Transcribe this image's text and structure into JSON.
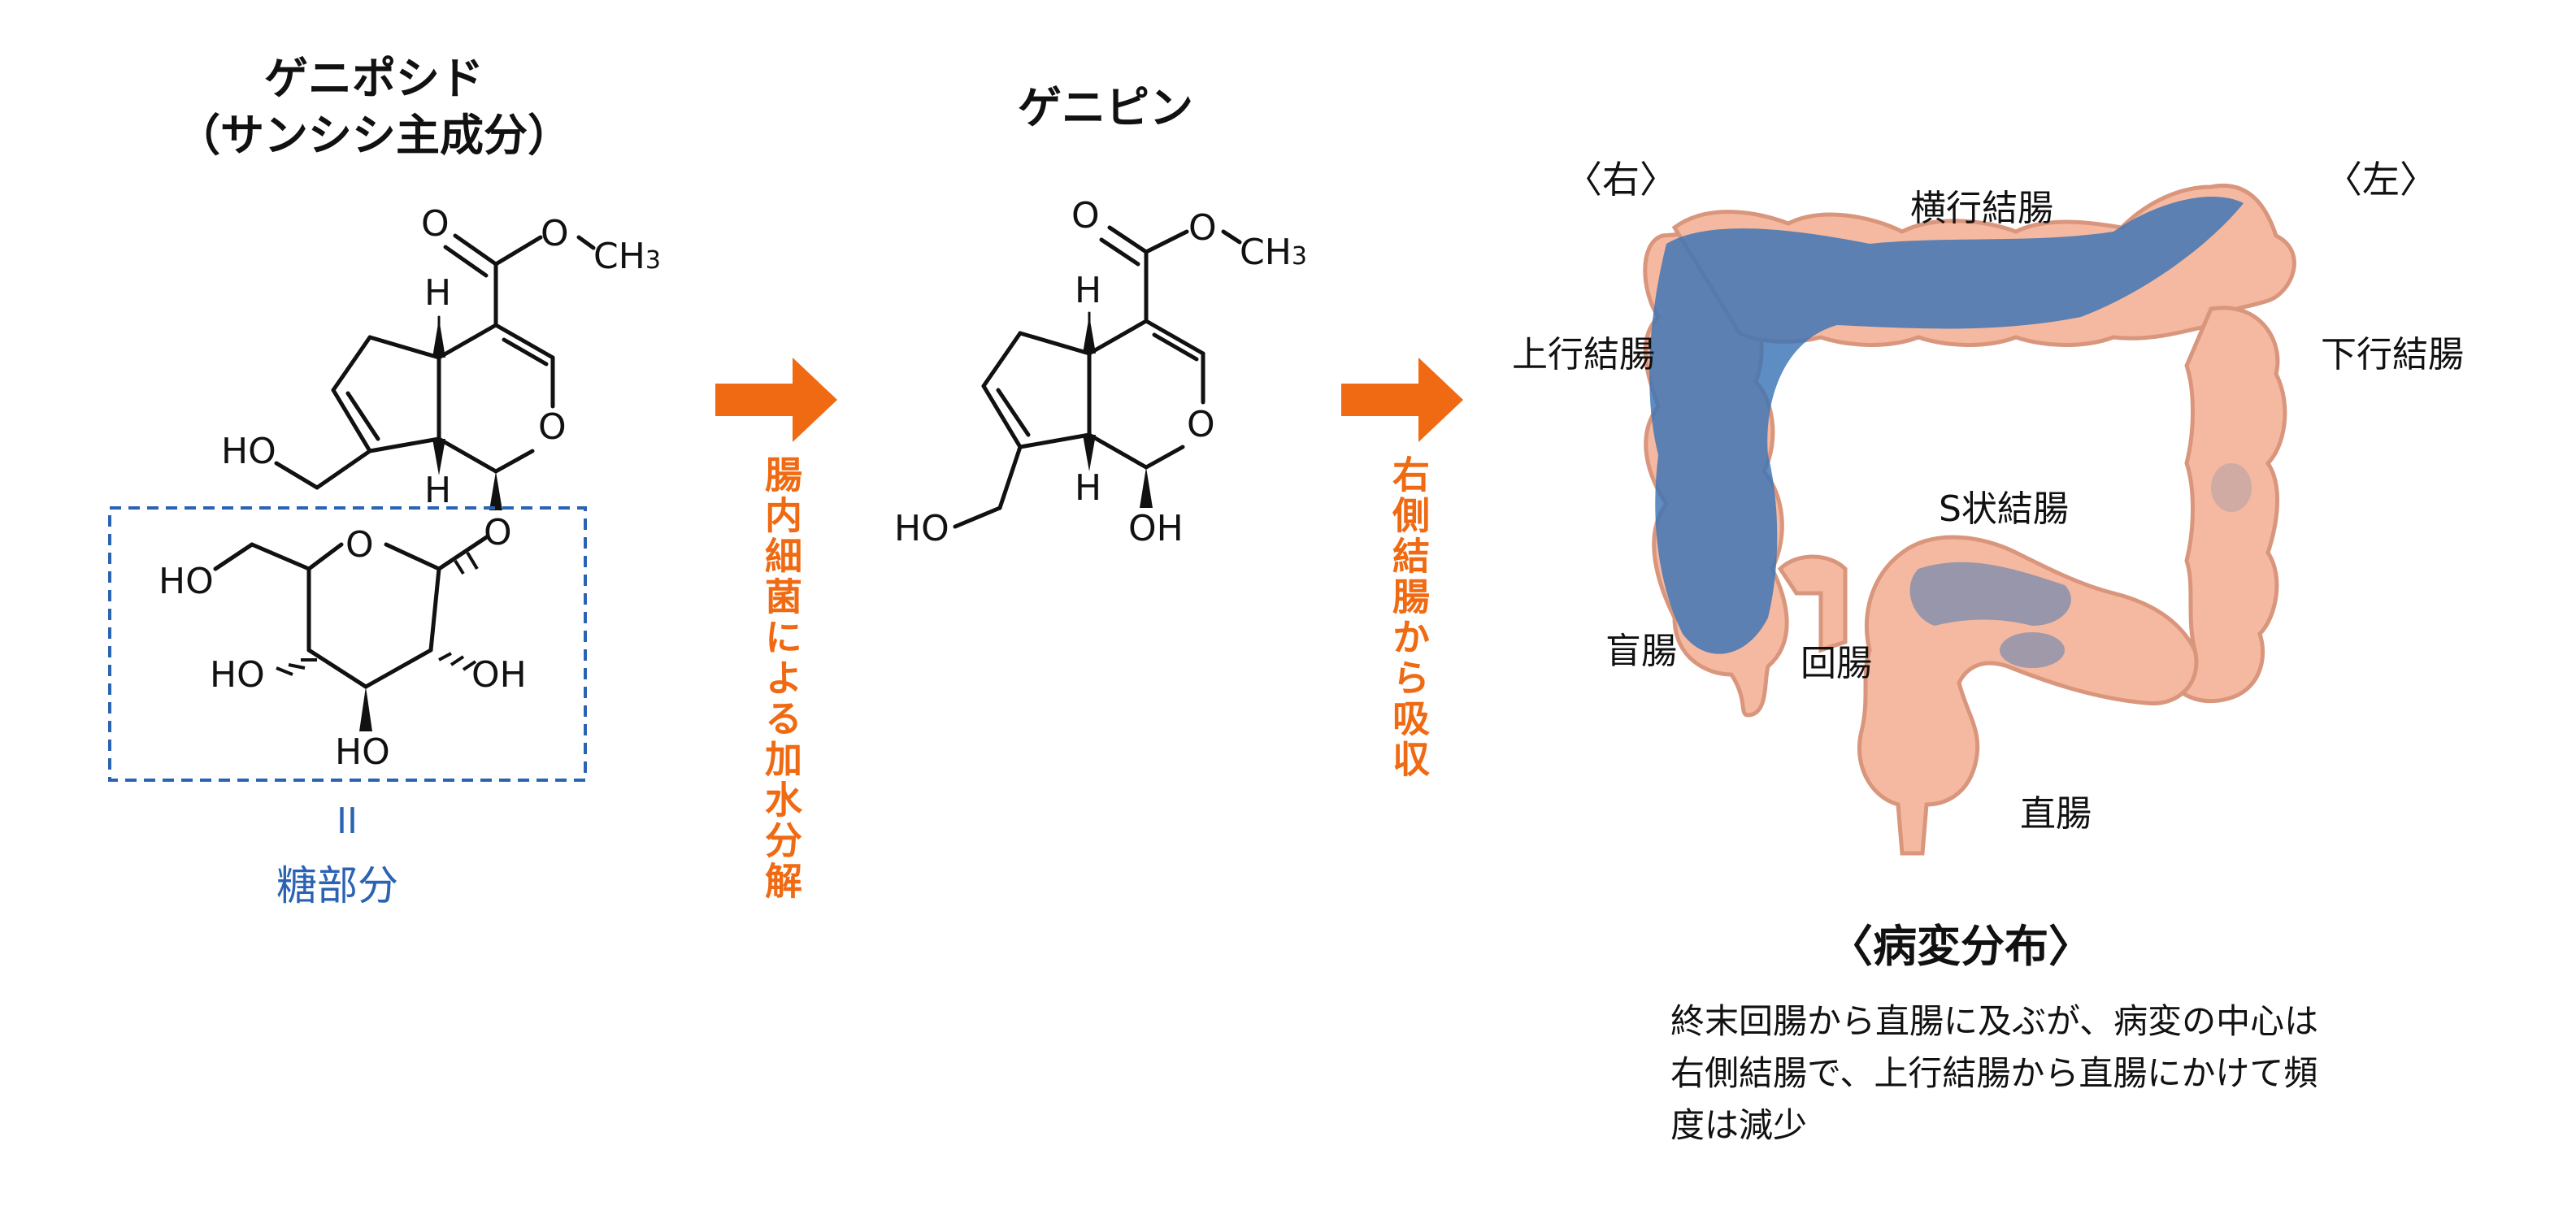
{
  "geniposide": {
    "title_line1": "ゲニポシド",
    "title_line2": "（サンシシ主成分）",
    "sugar_equals": "II",
    "sugar_label": "糖部分"
  },
  "genipin": {
    "title": "ゲニピン"
  },
  "arrows": {
    "step1": "腸内細菌による加水分解",
    "step2": "右側結腸から吸収"
  },
  "chem": {
    "O": "O",
    "OCH3": "O",
    "CH3": "CH",
    "CH3_sub": "3",
    "H": "H",
    "HO": "HO",
    "OH": "OH"
  },
  "colon": {
    "right_label": "〈右〉",
    "left_label": "〈左〉",
    "parts": {
      "transverse": "横行結腸",
      "ascending": "上行結腸",
      "descending": "下行結腸",
      "sigmoid": "S状結腸",
      "cecum": "盲腸",
      "ileum": "回腸",
      "rectum": "直腸"
    },
    "distribution_title": "〈病変分布〉",
    "distribution_text": "終末回腸から直腸に及ぶが、病変の中心は右側結腸で、上行結腸から直腸にかけて頻度は減少"
  },
  "colors": {
    "orange": "#ef6a12",
    "blue": "#2b63b3",
    "colon_fill": "#f4b9a0",
    "colon_stroke": "#d9967c",
    "lesion": "#3a74b6"
  }
}
